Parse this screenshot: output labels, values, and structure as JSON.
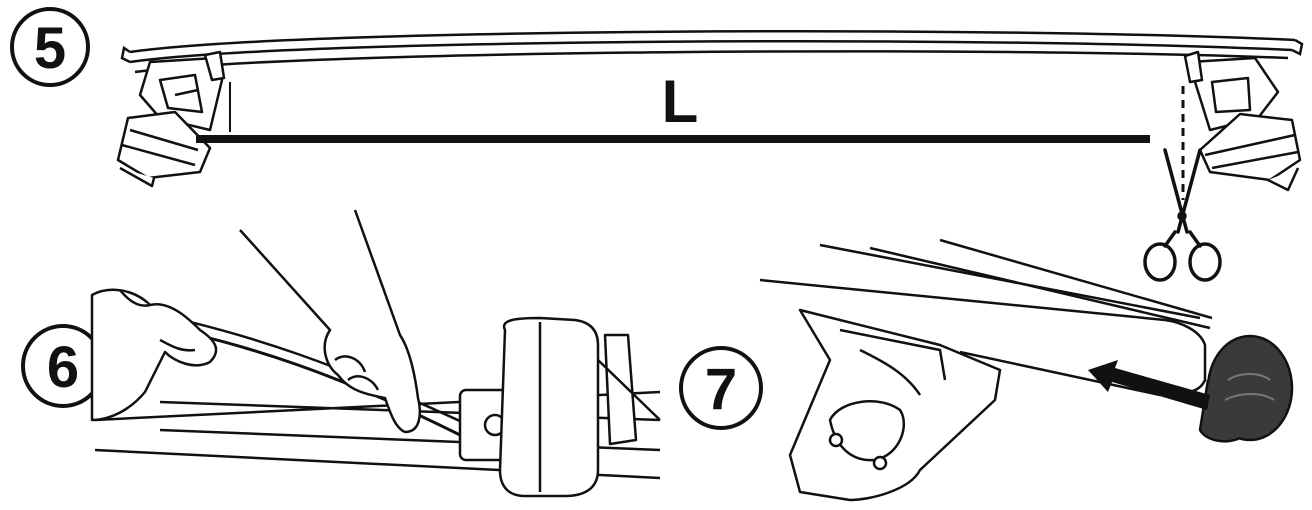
{
  "steps": [
    {
      "number": "5"
    },
    {
      "number": "6"
    },
    {
      "number": "7"
    }
  ],
  "step5": {
    "length_label": "L"
  },
  "colors": {
    "ink": "#111111",
    "cap": "#3a3a3a",
    "paper": "#ffffff"
  },
  "icons": [
    "scissors-icon",
    "insert-arrow-icon"
  ]
}
